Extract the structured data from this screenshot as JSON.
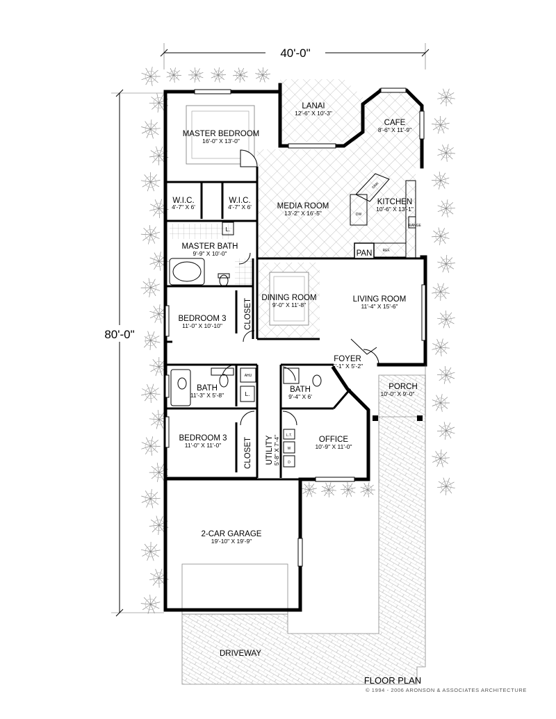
{
  "dimensions": {
    "width": "40'-0\"",
    "depth": "80'-0\""
  },
  "rooms": {
    "lanai": {
      "name": "LANAI",
      "size": "12'-6\" X 10'-3\""
    },
    "cafe": {
      "name": "CAFE",
      "size": "8'-6\" X 11'-9\""
    },
    "master_bedroom": {
      "name": "MASTER BEDROOM",
      "size": "16'-0\" X 13'-0\""
    },
    "wic_left": {
      "name": "W.I.C.",
      "size": "4'-7\" X 6'"
    },
    "wic_right": {
      "name": "W.I.C.",
      "size": "4'-7\" X 6'"
    },
    "media_room": {
      "name": "MEDIA ROOM",
      "size": "13'-2\" X 16'-5\""
    },
    "kitchen": {
      "name": "KITCHEN",
      "size": "10'-6\" X 13'-1\""
    },
    "master_bath": {
      "name": "MASTER BATH",
      "size": "9'-9\" X 10'-0\""
    },
    "dining_room": {
      "name": "DINING ROOM",
      "size": "9'-0\" X 11'-8\""
    },
    "living_room": {
      "name": "LIVING ROOM",
      "size": "11'-4\" X 15'-6\""
    },
    "bedroom_3_upper": {
      "name": "BEDROOM 3",
      "size": "11'-0\" X 10'-10\""
    },
    "foyer": {
      "name": "FOYER",
      "size": "5'-1\" X 5'-2\""
    },
    "bath_left": {
      "name": "BATH",
      "size": "11'-3\" X 5'-8\""
    },
    "bath_right": {
      "name": "BATH",
      "size": "9'-4\" X 6'"
    },
    "porch": {
      "name": "PORCH",
      "size": "10'-0\" X 9'-0\""
    },
    "bedroom_3_lower": {
      "name": "BEDROOM 3",
      "size": "11'-0\" X 11'-0\""
    },
    "office": {
      "name": "OFFICE",
      "size": "10'-9\" X 11'-0\""
    },
    "utility": {
      "name": "UTILITY",
      "size": "5'-8\" X 7'-4\""
    },
    "garage": {
      "name": "2-CAR GARAGE",
      "size": "19'-10\" X 19'-9\""
    },
    "driveway": {
      "name": "DRIVEWAY"
    }
  },
  "fixtures": {
    "closet_upper": "CLOSET",
    "closet_lower": "CLOSET",
    "pantry": "PAN",
    "linen_master": "L.",
    "linen_hall": "L.",
    "ahu": "AHU",
    "dw": "DW",
    "sink": "SINK",
    "range": "RANGE",
    "ref": "REF.",
    "lt": "L.T.",
    "washer": "W",
    "dryer": "D"
  },
  "footer": {
    "title": "FLOOR PLAN",
    "copyright": "© 1994 - 2006 ARONSON & ASSOCIATES ARCHITECTURE"
  }
}
